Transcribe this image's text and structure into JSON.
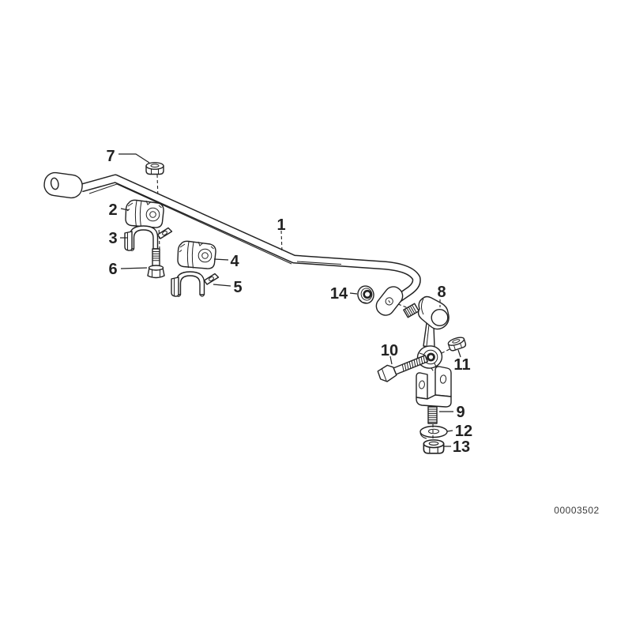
{
  "colors": {
    "ink": "#222222",
    "background": "#ffffff"
  },
  "callouts": [
    {
      "label": "1"
    },
    {
      "label": "2"
    },
    {
      "label": "3"
    },
    {
      "label": "4"
    },
    {
      "label": "5"
    },
    {
      "label": "6"
    },
    {
      "label": "7"
    },
    {
      "label": "8"
    },
    {
      "label": "9"
    },
    {
      "label": "10"
    },
    {
      "label": "11"
    },
    {
      "label": "12"
    },
    {
      "label": "13"
    },
    {
      "label": "14"
    }
  ],
  "footer": {
    "doc_number": "00003502"
  }
}
